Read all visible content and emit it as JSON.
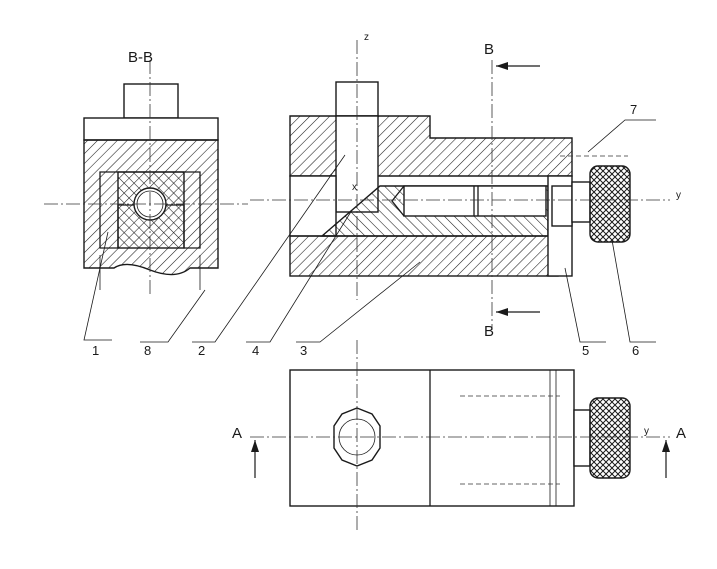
{
  "section_labels": {
    "bb_title": "B-B",
    "b_top": "B",
    "b_bottom": "B",
    "a_left": "A",
    "a_right": "A"
  },
  "axis_labels": {
    "z": "z",
    "x": "x",
    "y_main": "y",
    "y_plan": "y"
  },
  "part_numbers": [
    "1",
    "8",
    "2",
    "4",
    "3",
    "5",
    "6",
    "7"
  ]
}
